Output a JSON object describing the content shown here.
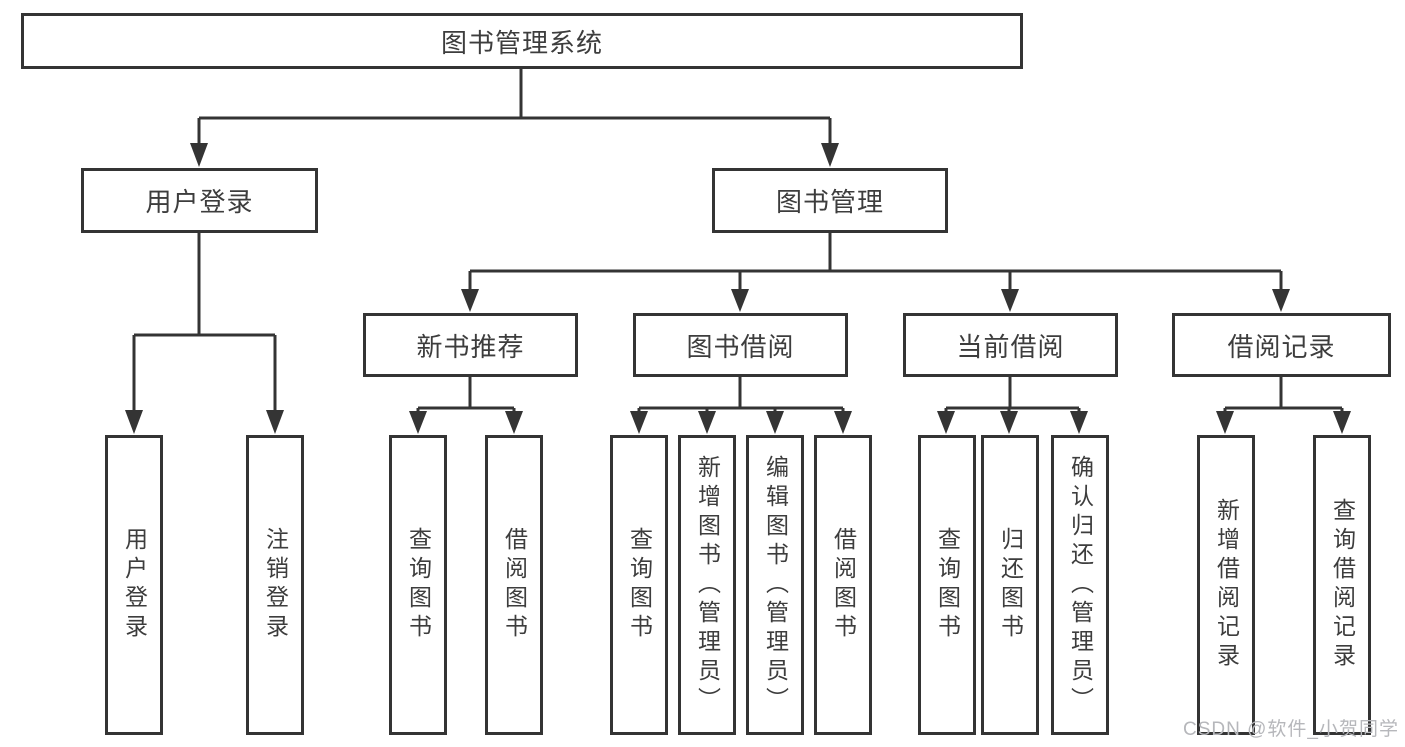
{
  "diagram": {
    "type": "tree",
    "root": {
      "label": "图书管理系统"
    },
    "branches": [
      {
        "label": "用户登录",
        "leaves": [
          "用户登录",
          "注销登录"
        ]
      },
      {
        "label": "图书管理",
        "groups": [
          {
            "label": "新书推荐",
            "leaves": [
              "查询图书",
              "借阅图书"
            ]
          },
          {
            "label": "图书借阅",
            "leaves": [
              "查询图书",
              "新增图书（管理员）",
              "编辑图书（管理员）",
              "借阅图书"
            ]
          },
          {
            "label": "当前借阅",
            "leaves": [
              "查询图书",
              "归还图书",
              "确认归还（管理员）"
            ]
          },
          {
            "label": "借阅记录",
            "leaves": [
              "新增借阅记录",
              "查询借阅记录"
            ]
          }
        ]
      }
    ]
  },
  "watermark": {
    "text": "CSDN @软件_小贺同学",
    "color": "#b6b7bb"
  },
  "colors": {
    "line": "#343434",
    "text": "#3d3d3d",
    "background": "#ffffff"
  }
}
